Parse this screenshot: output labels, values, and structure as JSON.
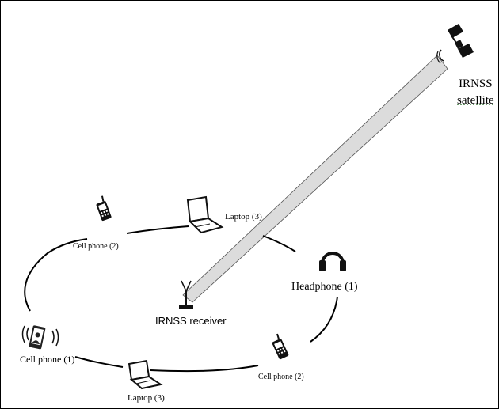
{
  "satellite": {
    "label_line1": "IRNSS",
    "label_line2": "satellite",
    "icon": "satellite-icon"
  },
  "receiver": {
    "label": "IRNSS receiver",
    "icon": "antenna-icon"
  },
  "devices": [
    {
      "label": "Cell phone (2)",
      "icon": "cell-phone-icon"
    },
    {
      "label": "Laptop (3)",
      "icon": "laptop-icon"
    },
    {
      "label": "Headphone (1)",
      "icon": "headphone-icon"
    },
    {
      "label": "Cell phone (2)",
      "icon": "cell-phone-icon"
    },
    {
      "label": "Laptop (3)",
      "icon": "laptop-icon"
    },
    {
      "label": "Cell phone (1)",
      "icon": "cell-phone-vibrating-icon"
    }
  ],
  "colors": {
    "beam_fill": "#dcdcdc",
    "beam_stroke": "#555555",
    "line": "#000000"
  }
}
